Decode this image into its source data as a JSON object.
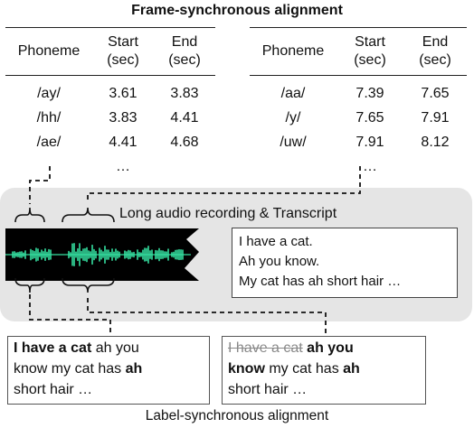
{
  "top_title": "Frame-synchronous alignment",
  "bottom_title": "Label-synchronous alignment",
  "table_headers": {
    "phoneme": "Phoneme",
    "start_line1": "Start",
    "start_line2": "(sec)",
    "end_line1": "End",
    "end_line2": "(sec)"
  },
  "left_table": [
    {
      "phoneme": "/ay/",
      "start": "3.61",
      "end": "3.83"
    },
    {
      "phoneme": "/hh/",
      "start": "3.83",
      "end": "4.41"
    },
    {
      "phoneme": "/ae/",
      "start": "4.41",
      "end": "4.68"
    }
  ],
  "right_table": [
    {
      "phoneme": "/aa/",
      "start": "7.39",
      "end": "7.65"
    },
    {
      "phoneme": "/y/",
      "start": "7.65",
      "end": "7.91"
    },
    {
      "phoneme": "/uw/",
      "start": "7.91",
      "end": "8.12"
    }
  ],
  "ellipsis": "…",
  "audio_label": "Long audio recording & Transcript",
  "transcript_lines": [
    "I have a cat.",
    "Ah you know.",
    "My cat has ah short hair …"
  ],
  "out_left": {
    "bold_1": "I have a cat",
    "text_1": " ah you",
    "text_2": "know my cat has ",
    "bold_2": "ah",
    "text_3": "short hair …"
  },
  "out_right": {
    "strike": "I have a cat",
    "bold_1": " ah you",
    "bold_2": "know",
    "text_1": " my cat has ",
    "bold_3": "ah",
    "text_2": "short hair …"
  },
  "colors": {
    "panel": "#e5e5e5",
    "waveform": "#35e0a0",
    "wave_bg": "#000000"
  }
}
